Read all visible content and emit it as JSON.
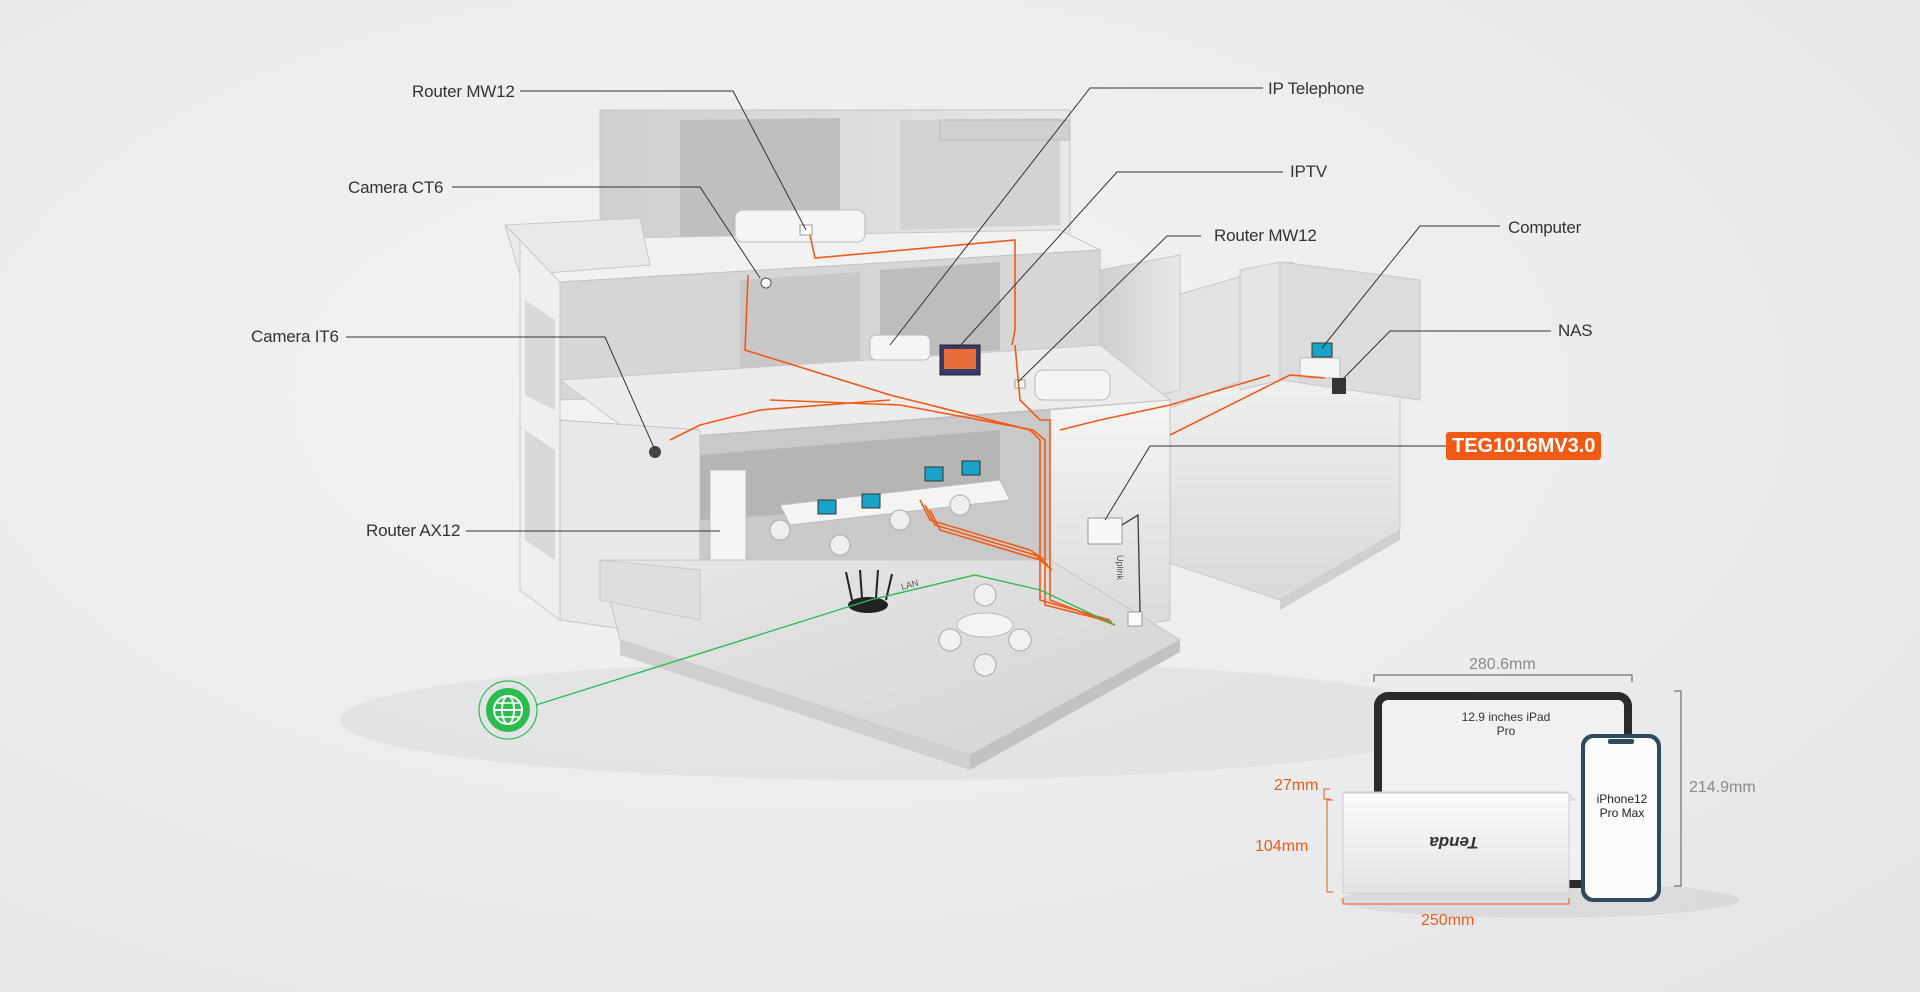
{
  "callouts": {
    "router_mw12_top": "Router MW12",
    "camera_ct6": "Camera CT6",
    "camera_it6": "Camera IT6",
    "router_ax12": "Router AX12",
    "ip_telephone": "IP Telephone",
    "iptv": "IPTV",
    "router_mw12_mid": "Router MW12",
    "computer": "Computer",
    "nas": "NAS"
  },
  "product": {
    "name": "TEG1016MV3.0",
    "brand": "Tenda"
  },
  "dimensions": {
    "ipad_width": "280.6mm",
    "ipad_height": "214.9mm",
    "switch_depth": "27mm",
    "switch_height": "104mm",
    "switch_width": "250mm"
  },
  "reference_devices": {
    "ipad": "12.9 inches iPad Pro",
    "phone_line1": "iPhone12",
    "phone_line2": "Pro Max"
  },
  "labels": {
    "lan": "LAN",
    "uplink": "Uplink"
  },
  "colors": {
    "accent": "#f15a14",
    "internet": "#2bbd4e",
    "line": "#333333"
  },
  "icons": {
    "internet": "globe-icon"
  }
}
